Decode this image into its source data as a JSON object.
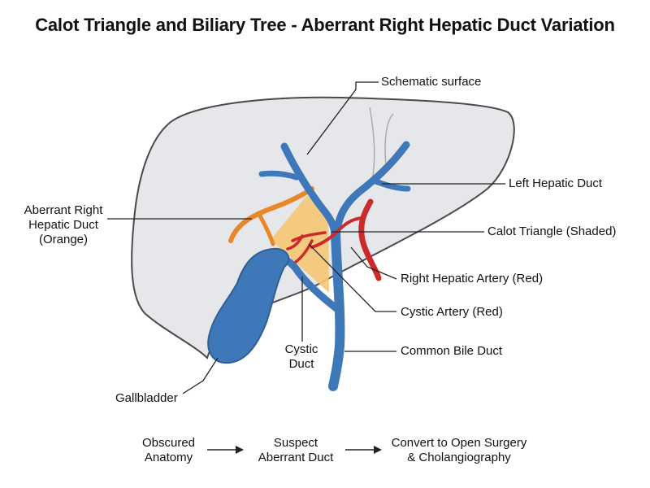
{
  "title": "Calot Triangle and Biliary Tree - Aberrant Right Hepatic Duct Variation",
  "labels": {
    "schematic_surface": "Schematic surface",
    "left_hepatic_duct": "Left Hepatic Duct",
    "aberrant_duct_line1": "Aberrant Right",
    "aberrant_duct_line2": "Hepatic Duct",
    "aberrant_duct_line3": "(Orange)",
    "calot_triangle": "Calot Triangle (Shaded)",
    "right_hepatic_artery": "Right Hepatic Artery (Red)",
    "cystic_artery": "Cystic Artery (Red)",
    "cystic_duct_line1": "Cystic",
    "cystic_duct_line2": "Duct",
    "common_bile_duct": "Common Bile Duct",
    "gallbladder": "Gallbladder"
  },
  "flow": {
    "step1_line1": "Obscured",
    "step1_line2": "Anatomy",
    "step2_line1": "Suspect",
    "step2_line2": "Aberrant Duct",
    "step3_line1": "Convert to Open Surgery",
    "step3_line2": "& Cholangiography"
  },
  "colors": {
    "liver_fill": "#e6e7ea",
    "liver_stroke": "#4a4a4a",
    "duct_blue": "#3f78b8",
    "aberrant_orange": "#e8872a",
    "artery_red": "#cc2a2a",
    "triangle_shade": "#f4c774"
  }
}
